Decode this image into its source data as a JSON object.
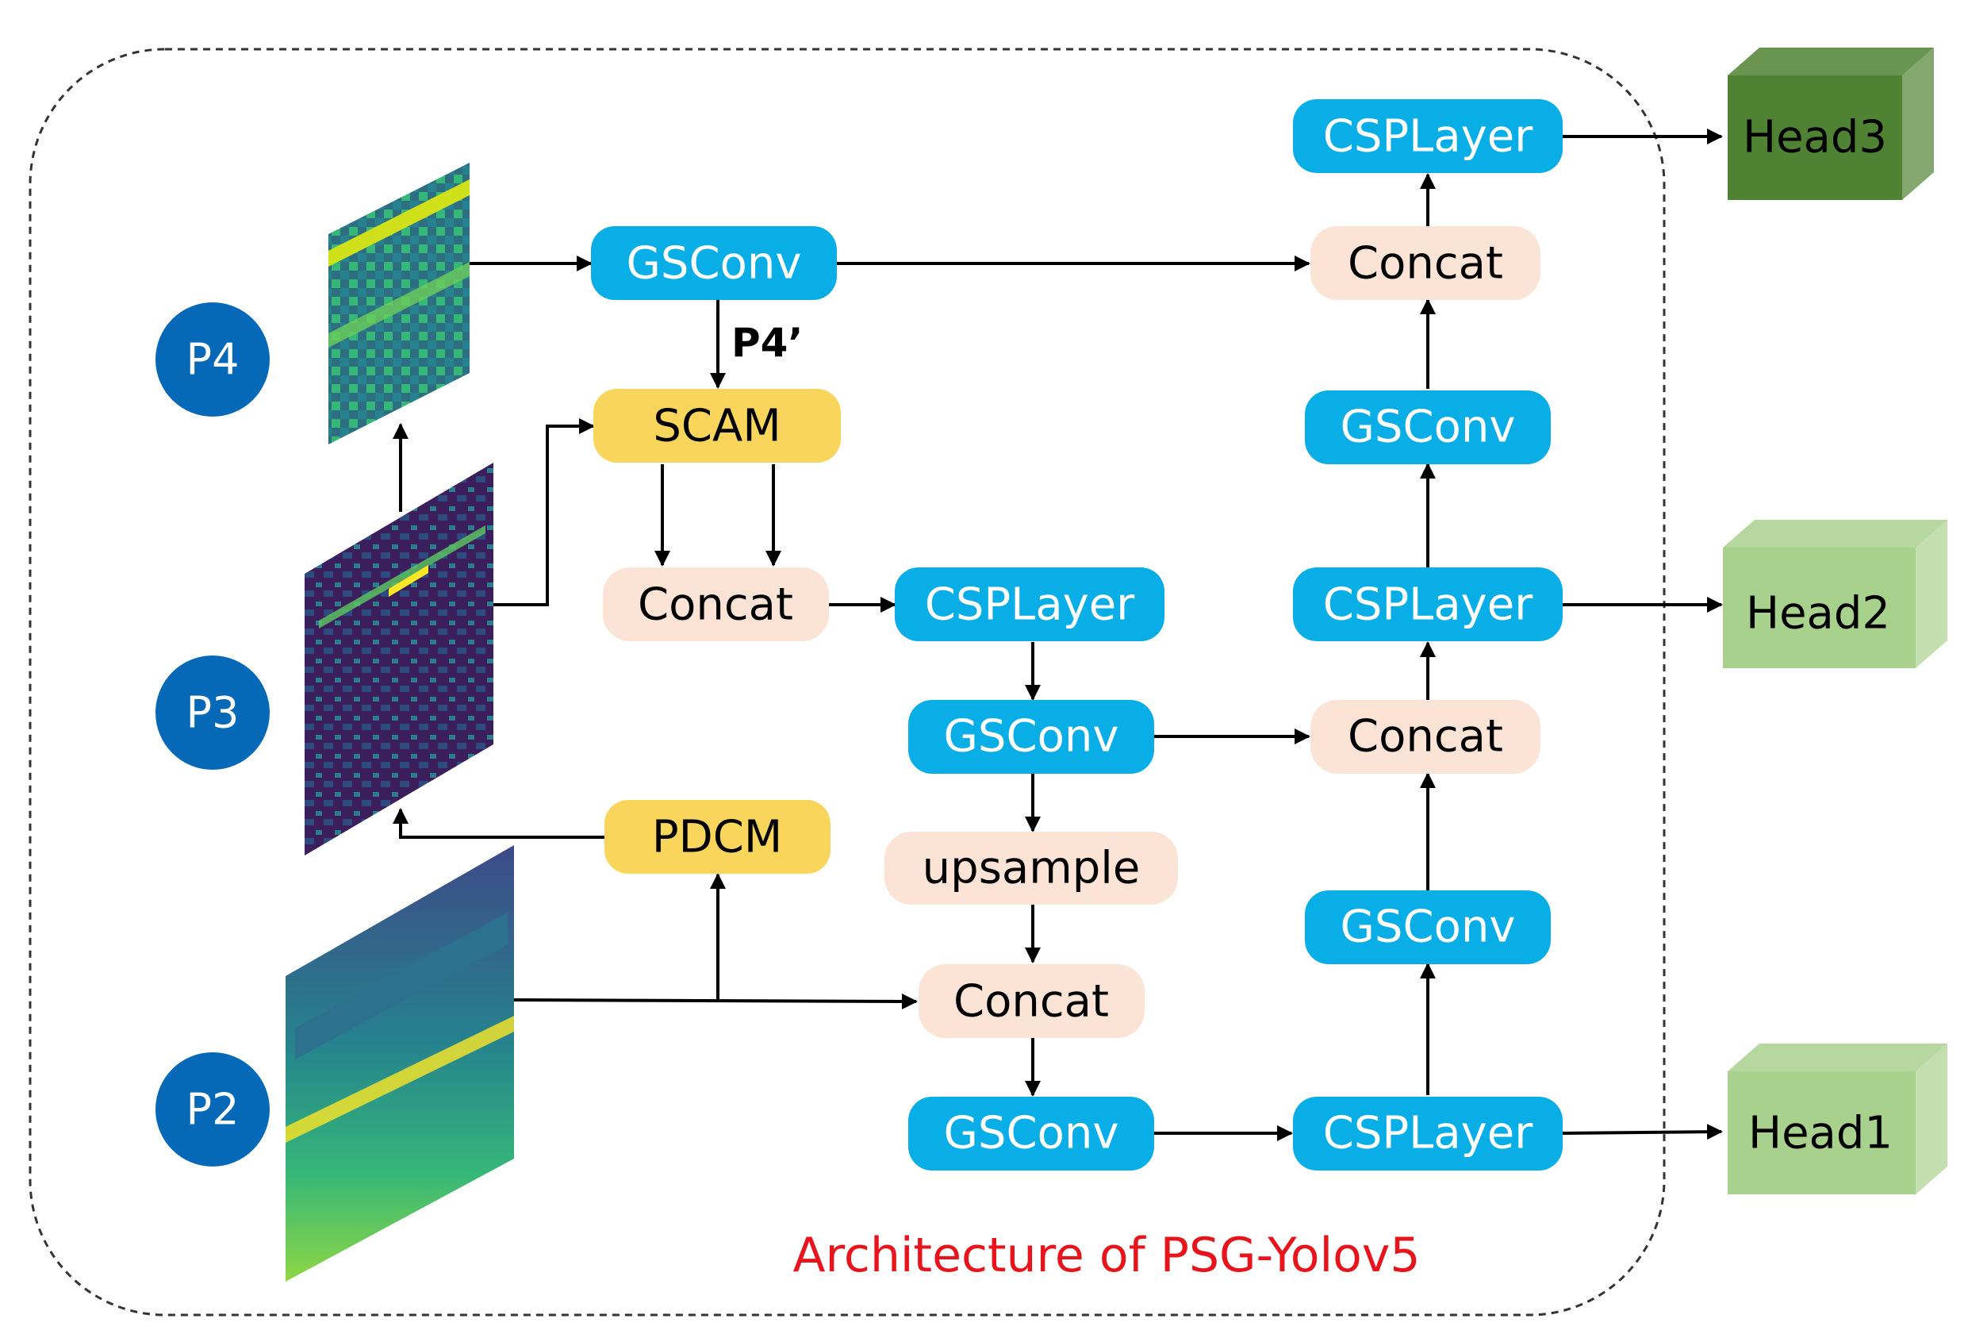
{
  "title": "Architecture of PSG-Yolov5",
  "colors": {
    "gsconv": "#0aaee6",
    "csplayer": "#0aaee6",
    "concat": "#fbe4d6",
    "yellow": "#fad55c",
    "level": "#0569b8",
    "title": "#e8141c",
    "head3": "#4f8232",
    "head2": "#a9d18e",
    "head1": "#a9d18e"
  },
  "levels": {
    "p4": "P4",
    "p3": "P3",
    "p2": "P2"
  },
  "p4_prime_label": "P4’",
  "nodes": {
    "gsconv_p4": "GSConv",
    "scam": "SCAM",
    "concat_scam": "Concat",
    "csplayer_mid": "CSPLayer",
    "gsconv_mid": "GSConv",
    "upsample": "upsample",
    "concat_low": "Concat",
    "gsconv_low": "GSConv",
    "pdcm": "PDCM",
    "csplayer_top": "CSPLayer",
    "concat_top": "Concat",
    "gsconv_r1": "GSConv",
    "csplayer_r2": "CSPLayer",
    "concat_r2": "Concat",
    "gsconv_r3": "GSConv",
    "csplayer_r4": "CSPLayer"
  },
  "heads": {
    "head3": "Head3",
    "head2": "Head2",
    "head1": "Head1"
  }
}
